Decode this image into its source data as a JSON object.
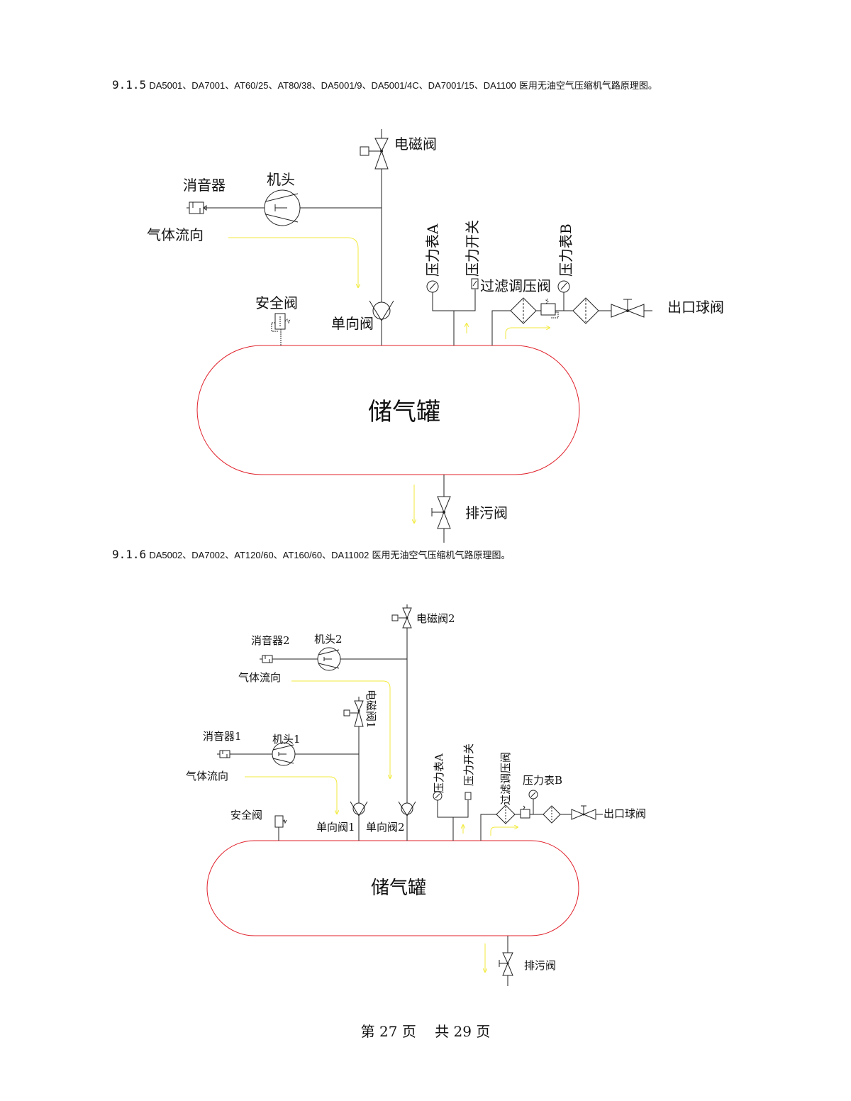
{
  "section1": {
    "number": "9.1.5",
    "models": "DA5001、DA7001、AT60/25、AT80/38、DA5001/9、DA5001/4C、DA7001/15、DA1100",
    "description": "医用无油空气压缩机气路原理图。",
    "labels": {
      "solenoid": "电磁阀",
      "muffler": "消音器",
      "compressor": "机头",
      "flow": "气体流向",
      "safety": "安全阀",
      "check": "单向阀",
      "gauge_a": "压力表A",
      "switch": "压力开关",
      "regulator": "过滤调压阀",
      "gauge_b": "压力表B",
      "outlet": "出口球阀",
      "tank": "储气罐",
      "drain": "排污阀"
    }
  },
  "section2": {
    "number": "9.1.6",
    "models": "DA5002、DA7002、AT120/60、AT160/60、DA11002",
    "description": "医用无油空气压缩机气路原理图。",
    "labels": {
      "solenoid2": "电磁阀2",
      "muffler2": "消音器2",
      "compressor2": "机头2",
      "flow2": "气体流向",
      "solenoid1": "电磁阀1",
      "muffler1": "消音器1",
      "compressor1": "机头1",
      "flow1": "气体流向",
      "safety": "安全阀",
      "check1": "单向阀1",
      "check2": "单向阀2",
      "gauge_a": "压力表A",
      "switch": "压力开关",
      "regulator": "过滤调压阀",
      "gauge_b": "压力表B",
      "outlet": "出口球阀",
      "tank": "储气罐",
      "drain": "排污阀"
    }
  },
  "footer": {
    "text": "第 27 页　 共  29 页"
  },
  "colors": {
    "tank": "#e0202a",
    "flow": "#f2ea3c"
  }
}
